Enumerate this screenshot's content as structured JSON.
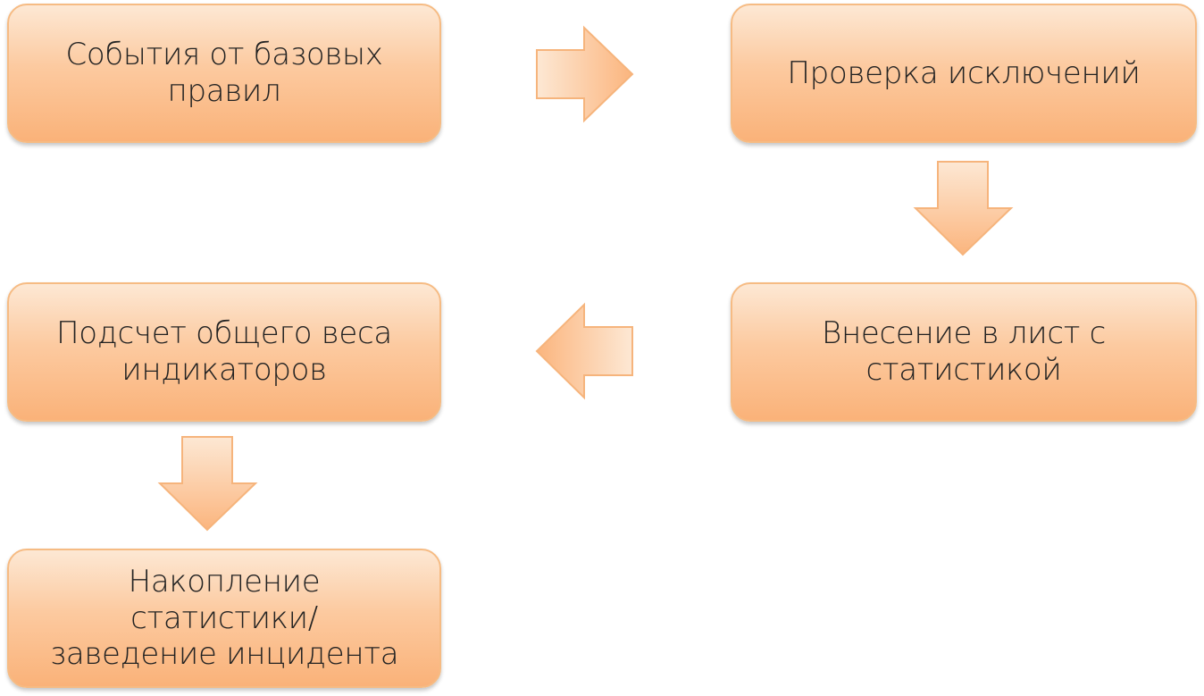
{
  "flow": {
    "step1": "События от базовых\nправил",
    "step2": "Проверка исключений",
    "step3": "Внесение в лист с\nстатистикой",
    "step4": "Подсчет общего веса\nиндикаторов",
    "step5": "Накопление статистики/\nзаведение инцидента"
  },
  "colors": {
    "box_fill_top": "#fde8d4",
    "box_fill_bottom": "#fab279",
    "border": "#f6bb83"
  },
  "icons": {
    "arrow_right": "arrow-right-icon",
    "arrow_down": "arrow-down-icon",
    "arrow_left": "arrow-left-icon"
  }
}
